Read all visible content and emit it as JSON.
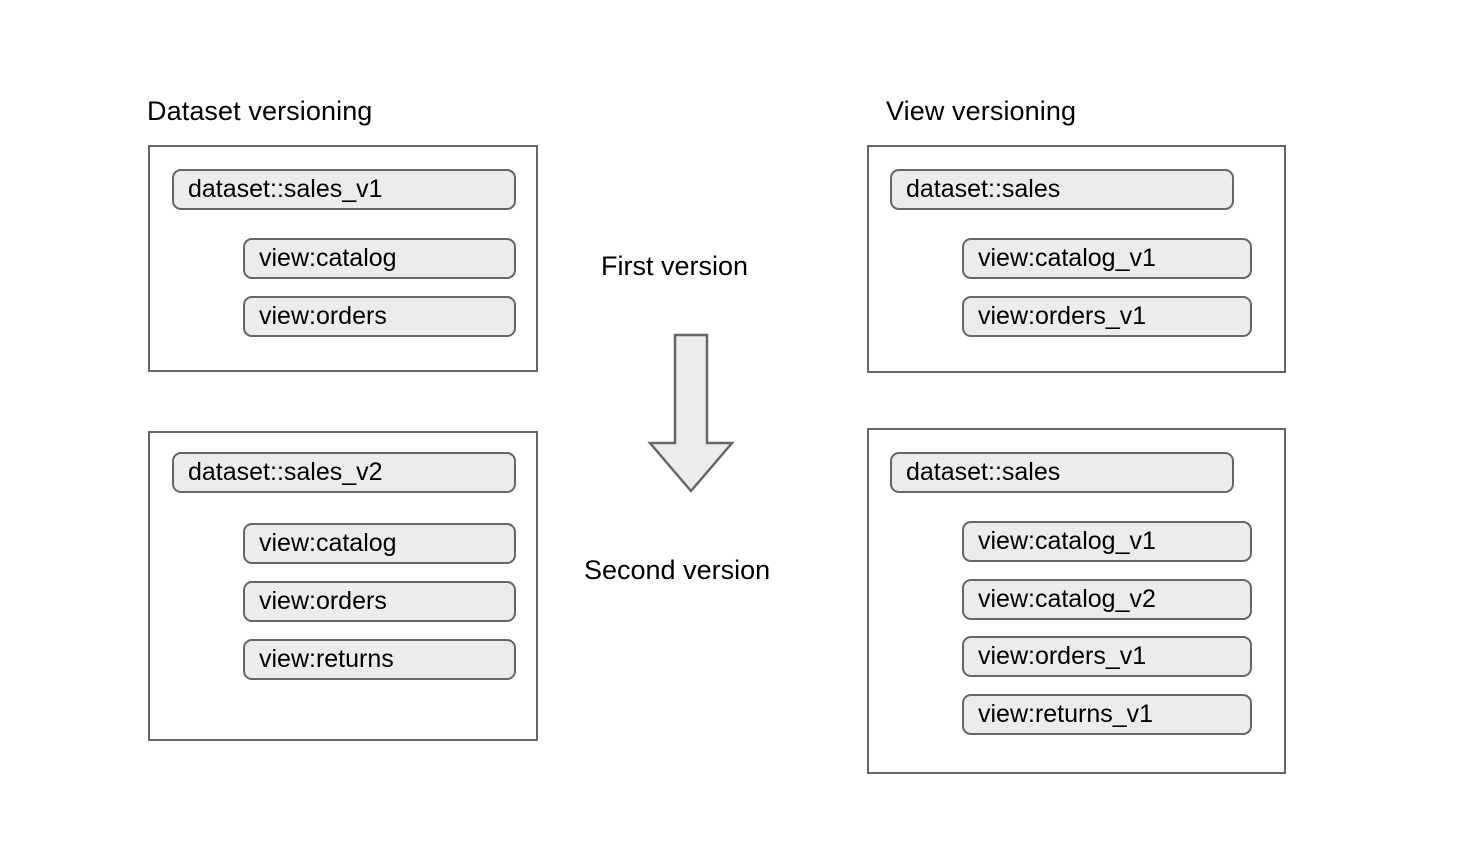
{
  "diagram": {
    "title_left": "Dataset versioning",
    "title_right": "View versioning",
    "center": {
      "first_label": "First version",
      "second_label": "Second version",
      "arrow_icon": "arrow-down-icon"
    },
    "colors": {
      "pill_fill": "#ececec",
      "pill_border": "#666666",
      "box_fill": "#ffffff",
      "box_border": "#666666",
      "arrow_fill": "#ececec",
      "arrow_border": "#666666",
      "text": "#000000"
    },
    "columns": [
      {
        "name": "dataset-versioning",
        "title": "Dataset versioning",
        "groups": [
          {
            "version": "First version",
            "dataset": "dataset::sales_v1",
            "views": [
              "view:catalog",
              "view:orders"
            ]
          },
          {
            "version": "Second version",
            "dataset": "dataset::sales_v2",
            "views": [
              "view:catalog",
              "view:orders",
              "view:returns"
            ]
          }
        ]
      },
      {
        "name": "view-versioning",
        "title": "View versioning",
        "groups": [
          {
            "version": "First version",
            "dataset": "dataset::sales",
            "views": [
              "view:catalog_v1",
              "view:orders_v1"
            ]
          },
          {
            "version": "Second version",
            "dataset": "dataset::sales",
            "views": [
              "view:catalog_v1",
              "view:catalog_v2",
              "view:orders_v1",
              "view:returns_v1"
            ]
          }
        ]
      }
    ]
  }
}
